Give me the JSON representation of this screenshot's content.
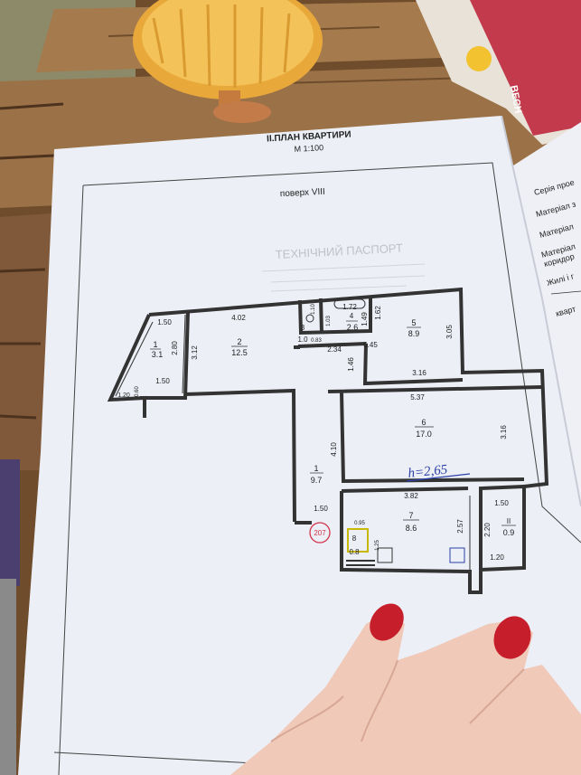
{
  "header": {
    "title": "II.ПЛАН КВАРТИРИ",
    "scale": "М 1:100"
  },
  "floor_label": "поверх   VIII",
  "faded_heading": "ТЕХНІЧНИЙ ПАСПОРТ",
  "ceiling_height_note": "h=2,65",
  "stamp": "207",
  "side_page": {
    "lines": [
      "Серія прое",
      "Матеріал з",
      "Матеріал",
      "Матеріал",
      "коридор",
      "Жилі і г",
      "кварт"
    ]
  },
  "rooms": [
    {
      "num": "1",
      "area": "3.1"
    },
    {
      "num": "2",
      "area": "12.5"
    },
    {
      "num": "3",
      "area": ""
    },
    {
      "num": "4",
      "area": "2.6"
    },
    {
      "num": "5",
      "area": "8.9"
    },
    {
      "num": "6",
      "area": "17.0"
    },
    {
      "num": "1",
      "area": "9.7"
    },
    {
      "num": "7",
      "area": "8.6"
    },
    {
      "num": "8",
      "area": "0.8"
    },
    {
      "num": "II",
      "area": "0.9"
    }
  ],
  "dimensions": {
    "d150a": "1.50",
    "d280": "2.80",
    "d150b": "1.50",
    "d120a": "1.20",
    "d060": "0.60",
    "d402": "4.02",
    "d312": "3.12",
    "d110": "1.10",
    "d172": "1.72",
    "d149": "1.49",
    "d103": "1.03",
    "d100": "1.0",
    "d083": "0.83",
    "d162": "1.62",
    "d305": "3.05",
    "d234": "2.34",
    "d045": "0.45",
    "d146": "1.46",
    "d316a": "3.16",
    "d537": "5.37",
    "d316b": "3.16",
    "d410": "4.10",
    "d150c": "1.50",
    "d382": "3.82",
    "d257": "2.57",
    "d150d": "1.50",
    "d220": "2.20",
    "d120b": "1.20",
    "d095": "0.95",
    "d125": "1.25"
  }
}
